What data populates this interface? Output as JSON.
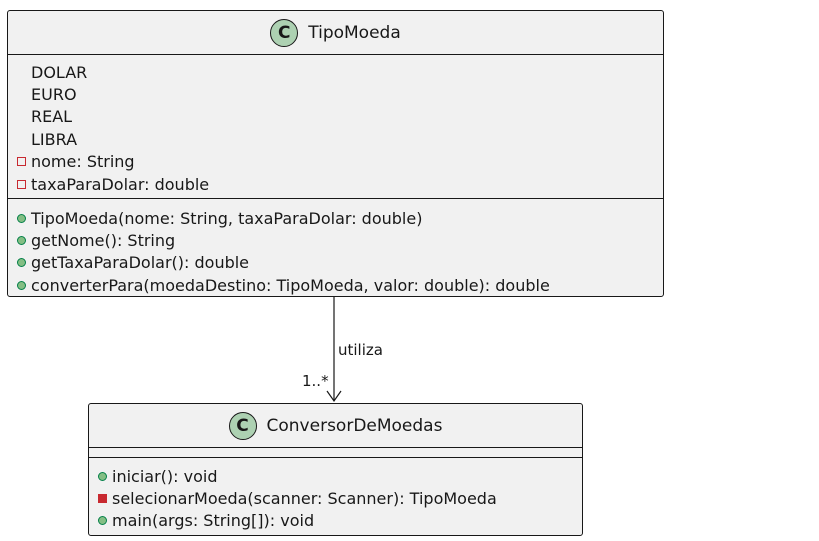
{
  "classes": {
    "tipomoeda": {
      "stereotype": "C",
      "name": "TipoMoeda",
      "attributes": [
        {
          "text": "DOLAR",
          "visibility": "none"
        },
        {
          "text": "EURO",
          "visibility": "none"
        },
        {
          "text": "REAL",
          "visibility": "none"
        },
        {
          "text": "LIBRA",
          "visibility": "none"
        },
        {
          "text": "nome: String",
          "visibility": "private"
        },
        {
          "text": "taxaParaDolar: double",
          "visibility": "private"
        }
      ],
      "methods": [
        {
          "text": "TipoMoeda(nome: String, taxaParaDolar: double)",
          "visibility": "public"
        },
        {
          "text": "getNome(): String",
          "visibility": "public"
        },
        {
          "text": "getTaxaParaDolar(): double",
          "visibility": "public"
        },
        {
          "text": "converterPara(moedaDestino: TipoMoeda, valor: double): double",
          "visibility": "public"
        }
      ]
    },
    "conversor": {
      "stereotype": "C",
      "name": "ConversorDeMoedas",
      "methods": [
        {
          "text": "iniciar(): void",
          "visibility": "public"
        },
        {
          "text": "selecionarMoeda(scanner: Scanner): TipoMoeda",
          "visibility": "private"
        },
        {
          "text": "main(args: String[]): void",
          "visibility": "public"
        }
      ]
    }
  },
  "relation": {
    "label": "utiliza",
    "multiplicity": "1..*"
  },
  "colors": {
    "class_fill": "#f1f1f1",
    "stereotype_circle": "#add1b2",
    "public_marker": "#84be84",
    "private_marker": "#c82930",
    "line": "#181818"
  }
}
